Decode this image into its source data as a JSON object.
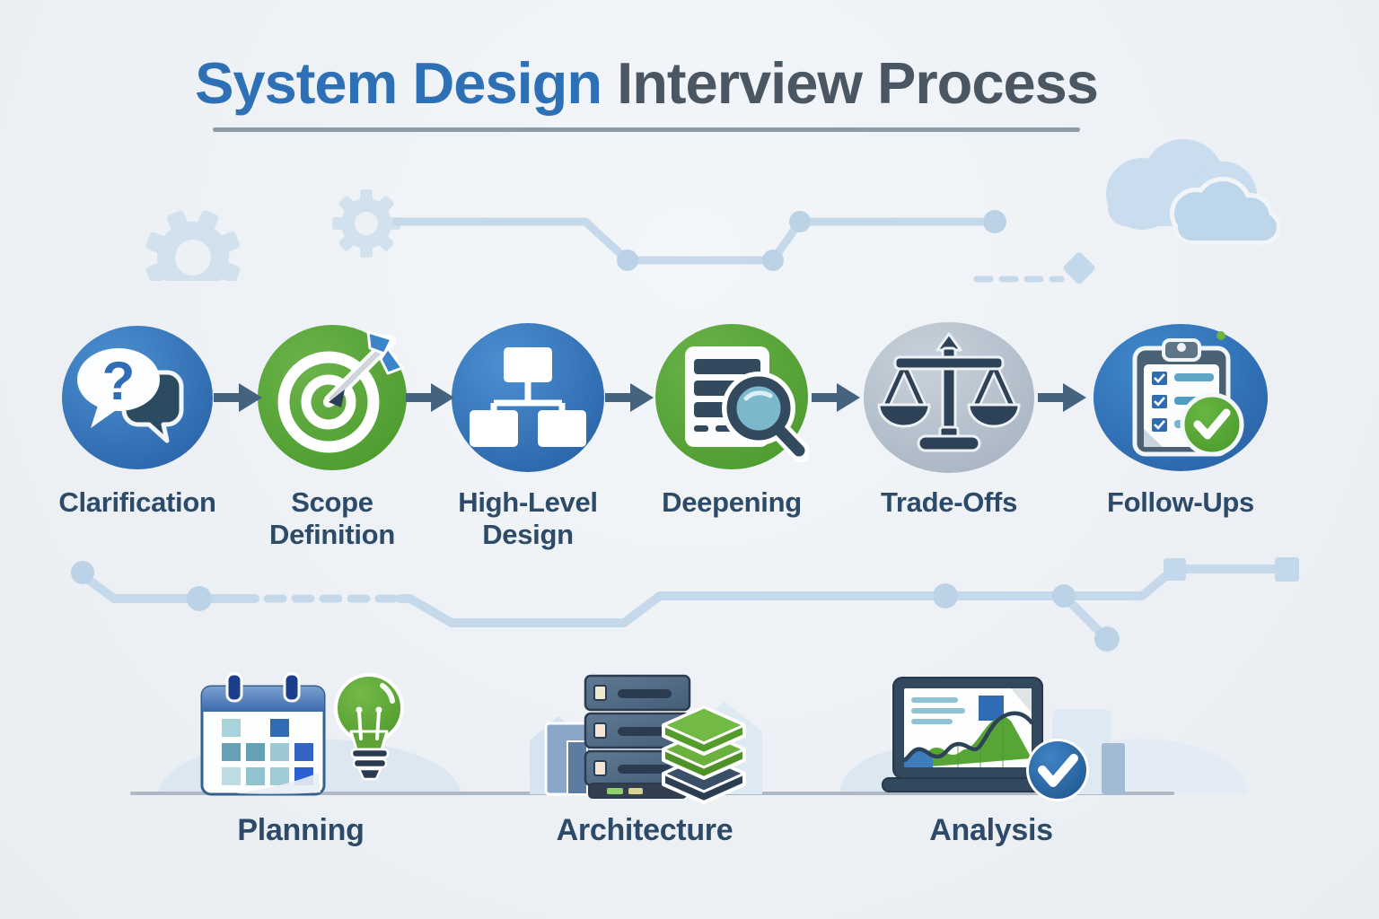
{
  "title": {
    "highlight": "System Design",
    "rest": " Interview Process"
  },
  "steps": [
    {
      "label": "Clarification",
      "icon": "speech-bubbles-question-icon",
      "circle_color": "blue",
      "glyph": "?"
    },
    {
      "label": "Scope\nDefinition",
      "icon": "target-dart-icon",
      "circle_color": "green"
    },
    {
      "label": "High-Level\nDesign",
      "icon": "hierarchy-flowchart-icon",
      "circle_color": "blue"
    },
    {
      "label": "Deepening",
      "icon": "server-magnifier-icon",
      "circle_color": "green"
    },
    {
      "label": "Trade-Offs",
      "icon": "balance-scale-icon",
      "circle_color": "gray"
    },
    {
      "label": "Follow-Ups",
      "icon": "clipboard-checklist-icon",
      "circle_color": "blue"
    }
  ],
  "bottom_items": [
    {
      "label": "Planning",
      "icon": "calendar-lightbulb-icon"
    },
    {
      "label": "Architecture",
      "icon": "server-rack-stack-icon"
    },
    {
      "label": "Analysis",
      "icon": "laptop-chart-check-icon"
    }
  ],
  "colors": {
    "accent_blue": "#2e70b6",
    "accent_green": "#57a439",
    "circle_gray": "#b4c0cc",
    "dark_slate": "#2d4257",
    "label_text": "#2d4b68",
    "title_gray": "#4a5662",
    "flow_arrow": "#45627e",
    "decor_line": "#c6d9ea",
    "ground_line": "#aeb9c5"
  }
}
